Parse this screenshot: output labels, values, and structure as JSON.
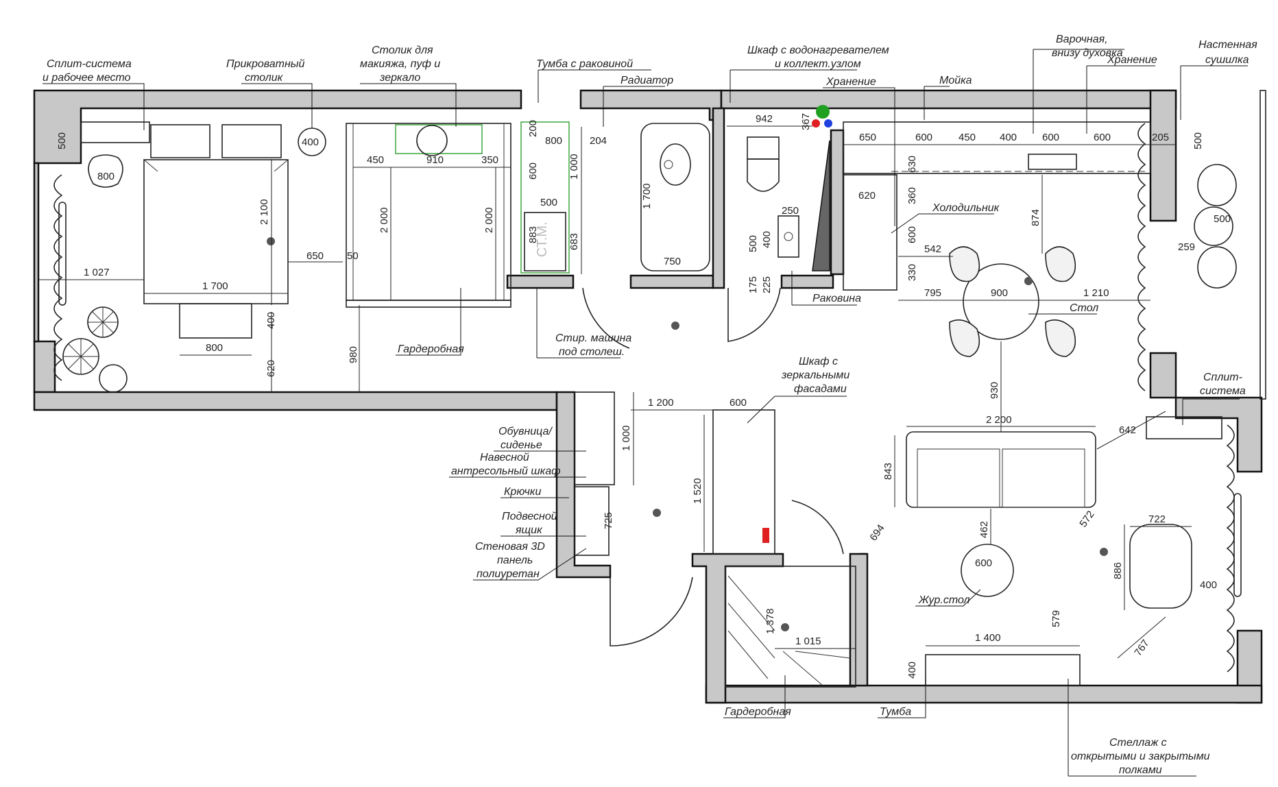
{
  "labels": {
    "split_work": [
      "Сплит-система",
      "и рабочее место"
    ],
    "bedside": [
      "Прикроватный",
      "столик"
    ],
    "makeup": [
      "Столик для",
      "макияжа, пуф и",
      "зеркало"
    ],
    "vanity": "Тумба с раковиной",
    "radiator": "Радиатор",
    "boiler": [
      "Шкаф с водонагревателем",
      "и коллект.узлом"
    ],
    "storage1": "Хранение",
    "sink_kitchen": "Мойка",
    "hob": [
      "Варочная,",
      "внизу духовка"
    ],
    "storage2": "Хранение",
    "dryer": [
      "Настенная",
      "сушилка"
    ],
    "fridge": "Холодильник",
    "table": "Стол",
    "wc_sink": "Раковина",
    "wardrobe1": "Гардеробная",
    "washing": [
      "Стир. машина",
      "под столеш."
    ],
    "mirror_wardrobe": [
      "Шкаф с",
      "зеркальными",
      "фасадами"
    ],
    "split2": [
      "Сплит-",
      "система"
    ],
    "shoe": [
      "Обувница/",
      "сиденье"
    ],
    "mezzanine": [
      "Навесной",
      "антресольный шкаф"
    ],
    "hooks": "Крючки",
    "hanging_box": [
      "Подвесной",
      "ящик"
    ],
    "wall_panel": [
      "Стеновая 3D",
      "панель",
      "полиуретан"
    ],
    "coffee": "Жур.стол",
    "wardrobe2": "Гардеробная",
    "tv_stand": "Тумба",
    "shelving": [
      "Стеллаж с",
      "открытыми и закрытыми",
      "полками"
    ],
    "washer_mark": "СТ.М."
  },
  "dims": {
    "d500a": "500",
    "d800a": "800",
    "d400a": "400",
    "d2100": "2 100",
    "d650a": "650",
    "d50": "50",
    "d1027": "1 027",
    "d1700a": "1 700",
    "d800b": "800",
    "d400b": "400",
    "d620a": "620",
    "d980": "980",
    "d450a": "450",
    "d910": "910",
    "d350": "350",
    "d2000a": "2 000",
    "d2000b": "2 000",
    "d200": "200",
    "d800c": "800",
    "d204": "204",
    "d600a": "600",
    "d1000a": "1 000",
    "d500b": "500",
    "d883": "883",
    "d683": "683",
    "d1700b": "1 700",
    "d750": "750",
    "d942": "942",
    "d367": "367",
    "d250": "250",
    "d500c": "500",
    "d400c": "400",
    "d175": "175",
    "d225": "225",
    "d650b": "650",
    "d600b": "600",
    "d450b": "450",
    "d400d": "400",
    "d600c": "600",
    "d600d": "600",
    "d205": "205",
    "d630": "630",
    "d360": "360",
    "d620b": "620",
    "d874": "874",
    "d600e": "600",
    "d542": "542",
    "d330": "330",
    "d795": "795",
    "d900": "900",
    "d1210": "1 210",
    "d500d": "500",
    "d259": "259",
    "d500e": "500",
    "d930": "930",
    "d2200": "2 200",
    "d642": "642",
    "d843": "843",
    "d1200": "1 200",
    "d600f": "600",
    "d1000b": "1 000",
    "d1520": "1 520",
    "d725": "725",
    "d694": "694",
    "d462": "462",
    "d600g": "600",
    "d572": "572",
    "d722": "722",
    "d886": "886",
    "d400e": "400",
    "d1378": "1 378",
    "d1015": "1 015",
    "d1400": "1 400",
    "d579": "579",
    "d400f": "400",
    "d767": "767"
  },
  "colors": {
    "wall": "#c8c8c8",
    "green": "#2ea02e",
    "red": "#e02020",
    "blue": "#2040e0",
    "green_circle": "#20a020"
  }
}
